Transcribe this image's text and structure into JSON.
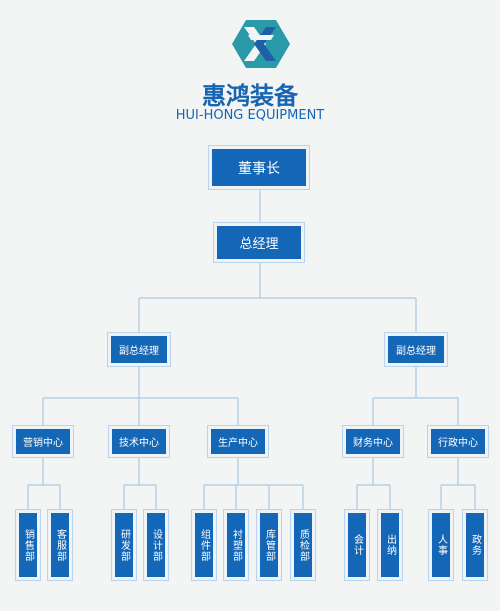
{
  "brand": {
    "name_cn": "惠鸿装备",
    "name_en": "HUI-HONG EQUIPMENT",
    "logo_icon": "hexagon-hh-logo",
    "colors": {
      "primary": "#1466b6",
      "logo_teal": "#2a9aa8",
      "logo_blue": "#1f5fa8",
      "connector": "#a9c9e4",
      "background": "#f3f4f4"
    }
  },
  "org": {
    "chairman": "董事长",
    "general_manager": "总经理",
    "vice_gm_left": "副总经理",
    "vice_gm_right": "副总经理",
    "centers": {
      "marketing": "营销中心",
      "tech": "技术中心",
      "production": "生产中心",
      "finance": "财务中心",
      "admin": "行政中心"
    },
    "departments": {
      "sales": "销售部",
      "customer_service": "客服部",
      "rd": "研发部",
      "design": "设计部",
      "assembly": "组件部",
      "lining": "衬塑部",
      "warehouse": "库管部",
      "qc": "质检部",
      "accounting": "会计",
      "cashier": "出纳",
      "hr": "人事",
      "government": "政务"
    }
  }
}
